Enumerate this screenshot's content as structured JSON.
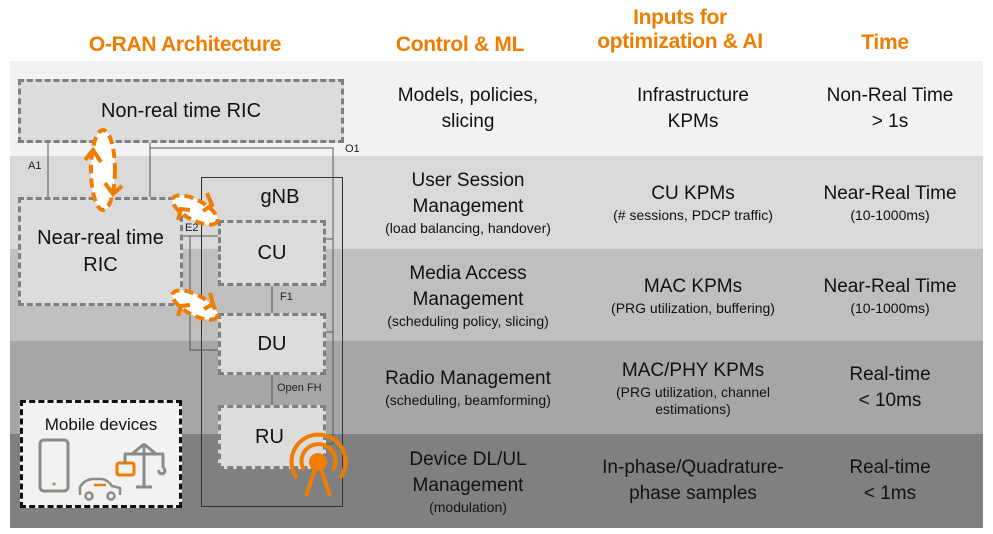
{
  "headers": {
    "architecture": "O-RAN Architecture",
    "control": "Control & ML",
    "inputs_line1": "Inputs for",
    "inputs_line2": "optimization & AI",
    "time": "Time"
  },
  "rows": [
    {
      "control_main": [
        "Models, policies,",
        "slicing"
      ],
      "control_sub": "",
      "inputs_main": [
        "Infrastructure",
        "KPMs"
      ],
      "inputs_sub": [],
      "time_main": [
        "Non-Real Time",
        "> 1s"
      ],
      "time_sub": "",
      "color": "#f2f2f2"
    },
    {
      "control_main": [
        "User Session",
        "Management"
      ],
      "control_sub": "(load balancing, handover)",
      "inputs_main": [
        "CU KPMs"
      ],
      "inputs_sub": [
        "(# sessions, PDCP traffic)"
      ],
      "time_main": [
        "Near-Real Time"
      ],
      "time_sub": "(10-1000ms)",
      "color": "#d9d9d9"
    },
    {
      "control_main": [
        "Media Access",
        "Management"
      ],
      "control_sub": "(scheduling policy, slicing)",
      "inputs_main": [
        "MAC KPMs"
      ],
      "inputs_sub": [
        "(PRG utilization, buffering)"
      ],
      "time_main": [
        "Near-Real Time"
      ],
      "time_sub": "(10-1000ms)",
      "color": "#bfbfbf"
    },
    {
      "control_main": [
        "Radio Management"
      ],
      "control_sub": "(scheduling, beamforming)",
      "inputs_main": [
        "MAC/PHY KPMs"
      ],
      "inputs_sub": [
        "(PRG utilization, channel",
        "estimations)"
      ],
      "time_main": [
        "Real-time",
        "< 10ms"
      ],
      "time_sub": "",
      "color": "#a6a6a6"
    },
    {
      "control_main": [
        "Device DL/UL",
        "Management"
      ],
      "control_sub": "(modulation)",
      "inputs_main": [
        "In-phase/Quadrature-",
        "phase  samples"
      ],
      "inputs_sub": [],
      "time_main": [
        "Real-time",
        "< 1ms"
      ],
      "time_sub": "",
      "color": "#808080"
    }
  ],
  "architecture": {
    "non_rt_ric": "Non-real time RIC",
    "near_rt_ric_line1": "Near-real time",
    "near_rt_ric_line2": "RIC",
    "gnb": "gNB",
    "cu": "CU",
    "du": "DU",
    "ru": "RU",
    "mobile_devices": "Mobile devices",
    "interfaces": {
      "a1": "A1",
      "o1": "O1",
      "e2": "E2",
      "f1": "F1",
      "open_fh": "Open FH"
    }
  },
  "colors": {
    "accent": "#f07d00",
    "box_border": "#7f7f7f",
    "icon_gray": "#8c8c84"
  }
}
